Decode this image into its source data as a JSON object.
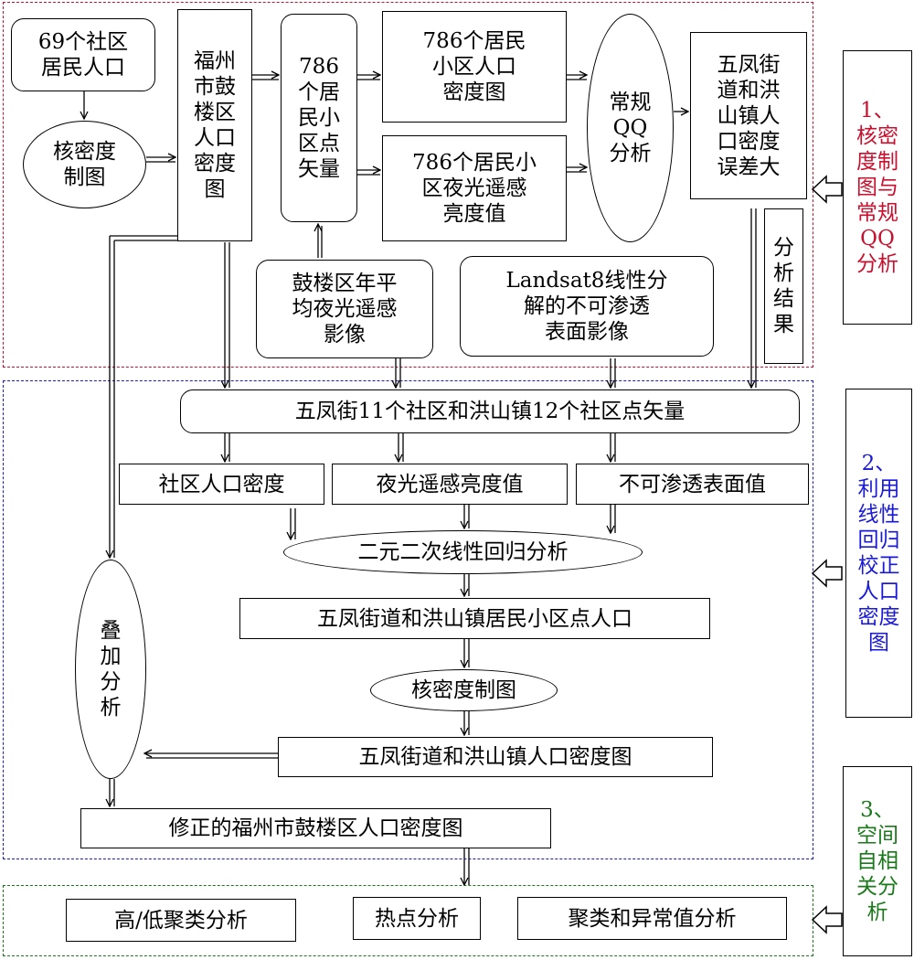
{
  "stage1": {
    "community_pop": "69个社区\n居民人口",
    "kde_map": "核密度\n制图",
    "gulou_density": "福州\n市鼓\n楼区\n人口\n密度\n图",
    "points_786": "786\n个居\n民小\n区点\n矢量",
    "density_786": "786个居民\n小区人口\n密度图",
    "nightlight_786": "786个居民小\n区夜光遥感\n亮度值",
    "qq": "常规\nQQ\n分析",
    "error": "五凤街\n道和洪\n山镇人\n口密度\n误差大",
    "nightlight_img": "鼓楼区年平\n均夜光遥感\n影像",
    "landsat_img": "Landsat8线性分\n解的不可渗透\n表面影像",
    "analysis_result": "分\n析\n结\n果",
    "side_label": "1、\n核密\n度制\n图与\n常规\nQQ\n分析"
  },
  "stage2": {
    "community_points": "五凤街11个社区和洪山镇12个社区点矢量",
    "pop_density": "社区人口密度",
    "nightlight_val": "夜光遥感亮度值",
    "impervious_val": "不可渗透表面值",
    "regression": "二元二次线性回归分析",
    "residential_pop": "五凤街道和洪山镇居民小区点人口",
    "kde": "核密度制图",
    "density_map": "五凤街道和洪山镇人口密度图",
    "overlay": "叠\n加\n分\n析",
    "corrected": "修正的福州市鼓楼区人口密度图",
    "side_label": "2、\n利用\n线性\n回归\n校正\n人口\n密度\n图"
  },
  "stage3": {
    "hl_cluster": "高/低聚类分析",
    "hotspot": "热点分析",
    "outlier": "聚类和异常值分析",
    "side_label": "3、\n空间\n自相\n关分\n析"
  },
  "colors": {
    "stage1": "#c8102e",
    "stage2": "#1a1ad6",
    "stage3": "#1a7a1a"
  }
}
